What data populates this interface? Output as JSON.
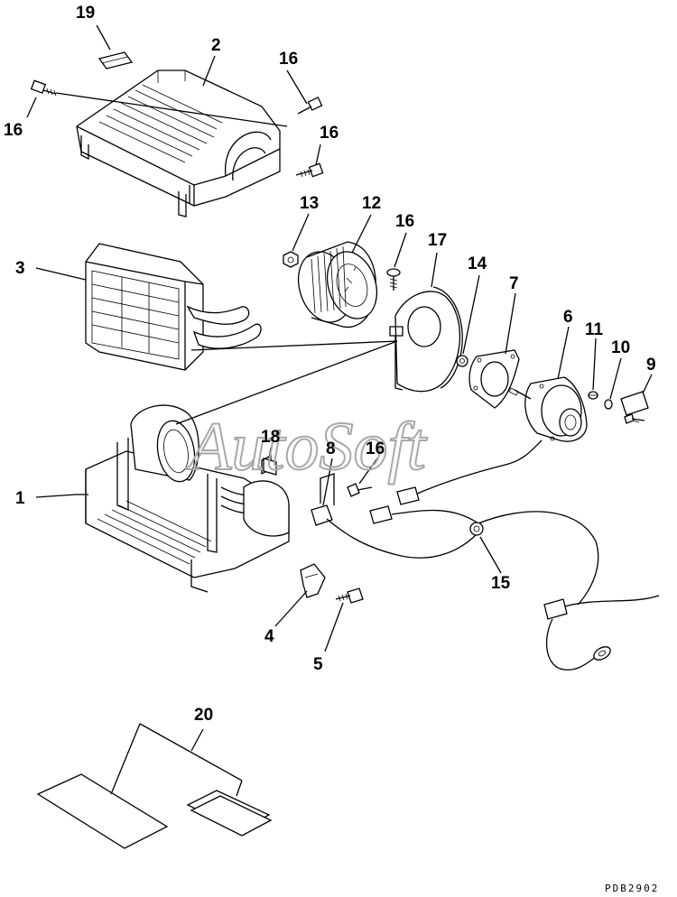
{
  "diagram": {
    "watermark": "AutoSoft",
    "drawing_code": "PDB2902",
    "callouts": [
      "19",
      "2",
      "16",
      "16",
      "16",
      "13",
      "12",
      "16",
      "17",
      "3",
      "14",
      "7",
      "6",
      "11",
      "10",
      "9",
      "18",
      "8",
      "16",
      "1",
      "15",
      "4",
      "5",
      "20"
    ]
  }
}
